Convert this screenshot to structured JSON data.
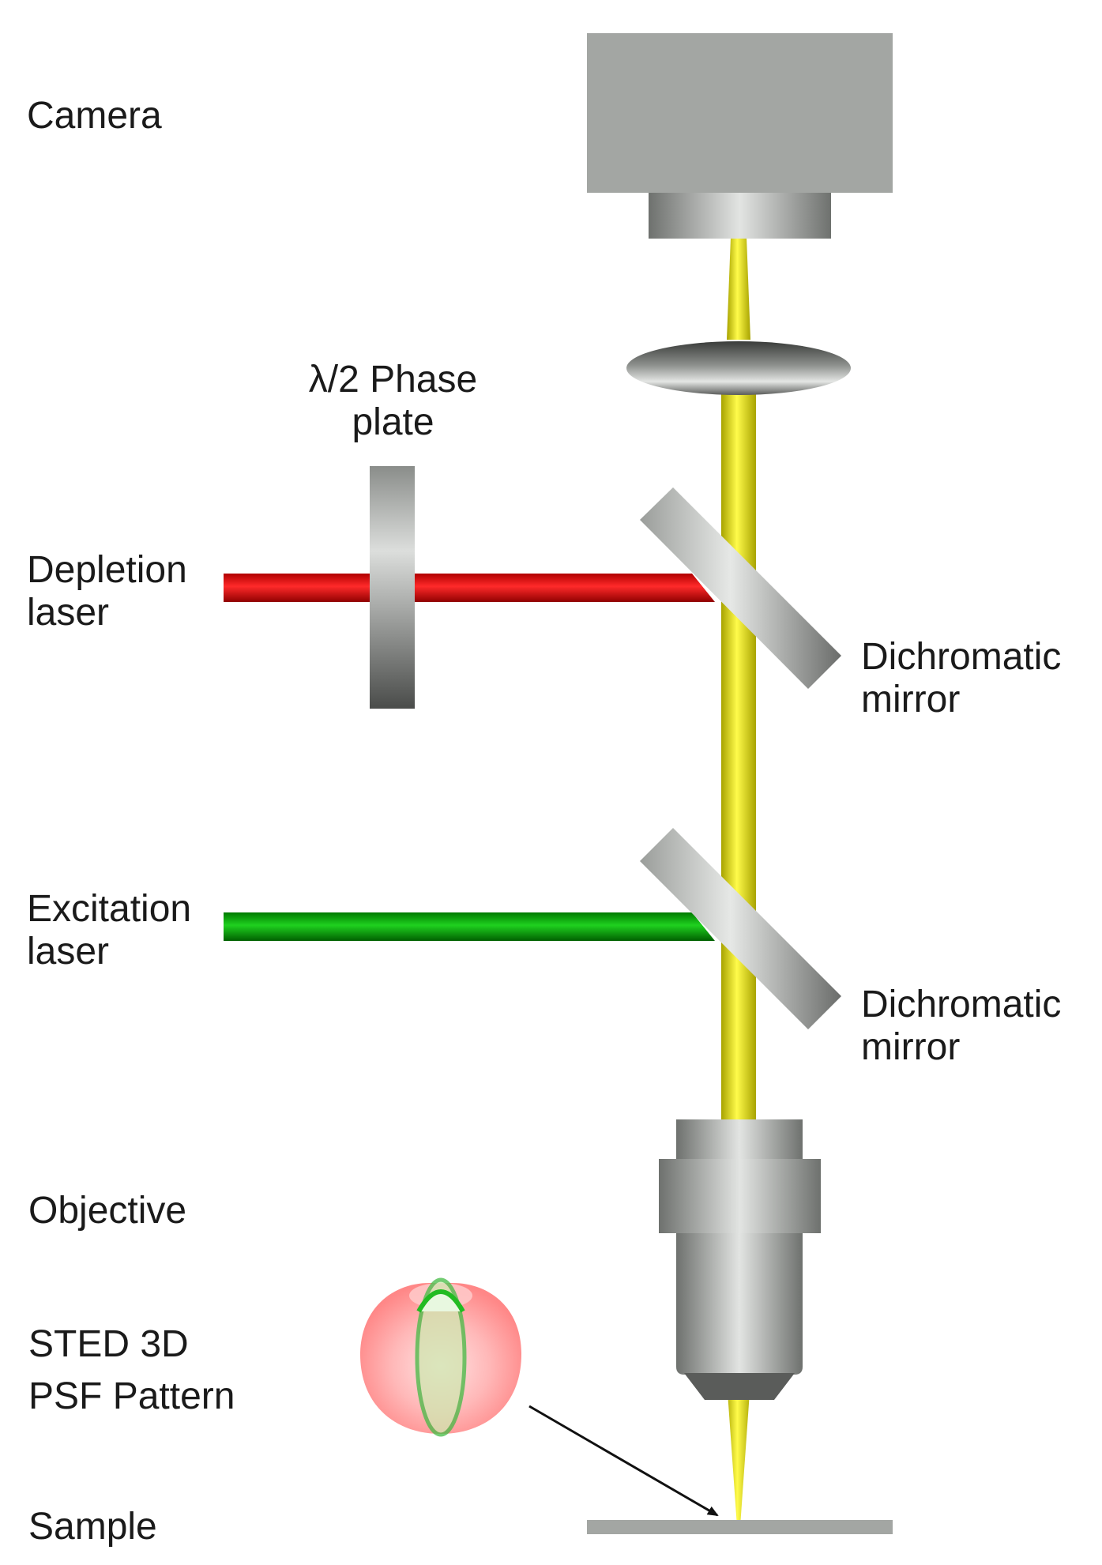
{
  "labels": {
    "camera": "Camera",
    "phase_plate_line1": "λ/2 Phase",
    "phase_plate_line2": "plate",
    "depletion_line1": "Depletion",
    "depletion_line2": "laser",
    "dichroic1_line1": "Dichromatic",
    "dichroic1_line2": "mirror",
    "excitation_line1": "Excitation",
    "excitation_line2": "laser",
    "dichroic2_line1": "Dichromatic",
    "dichroic2_line2": "mirror",
    "objective": "Objective",
    "psf_line1": "STED 3D",
    "psf_line2": "PSF Pattern",
    "sample": "Sample"
  },
  "colors": {
    "emission_beam": "#e6e000",
    "depletion_beam": "#d40000",
    "excitation_beam": "#00a000",
    "optics_gray": "#a0a3a0",
    "psf_red": "#ff8080",
    "psf_green": "#33cc33"
  }
}
